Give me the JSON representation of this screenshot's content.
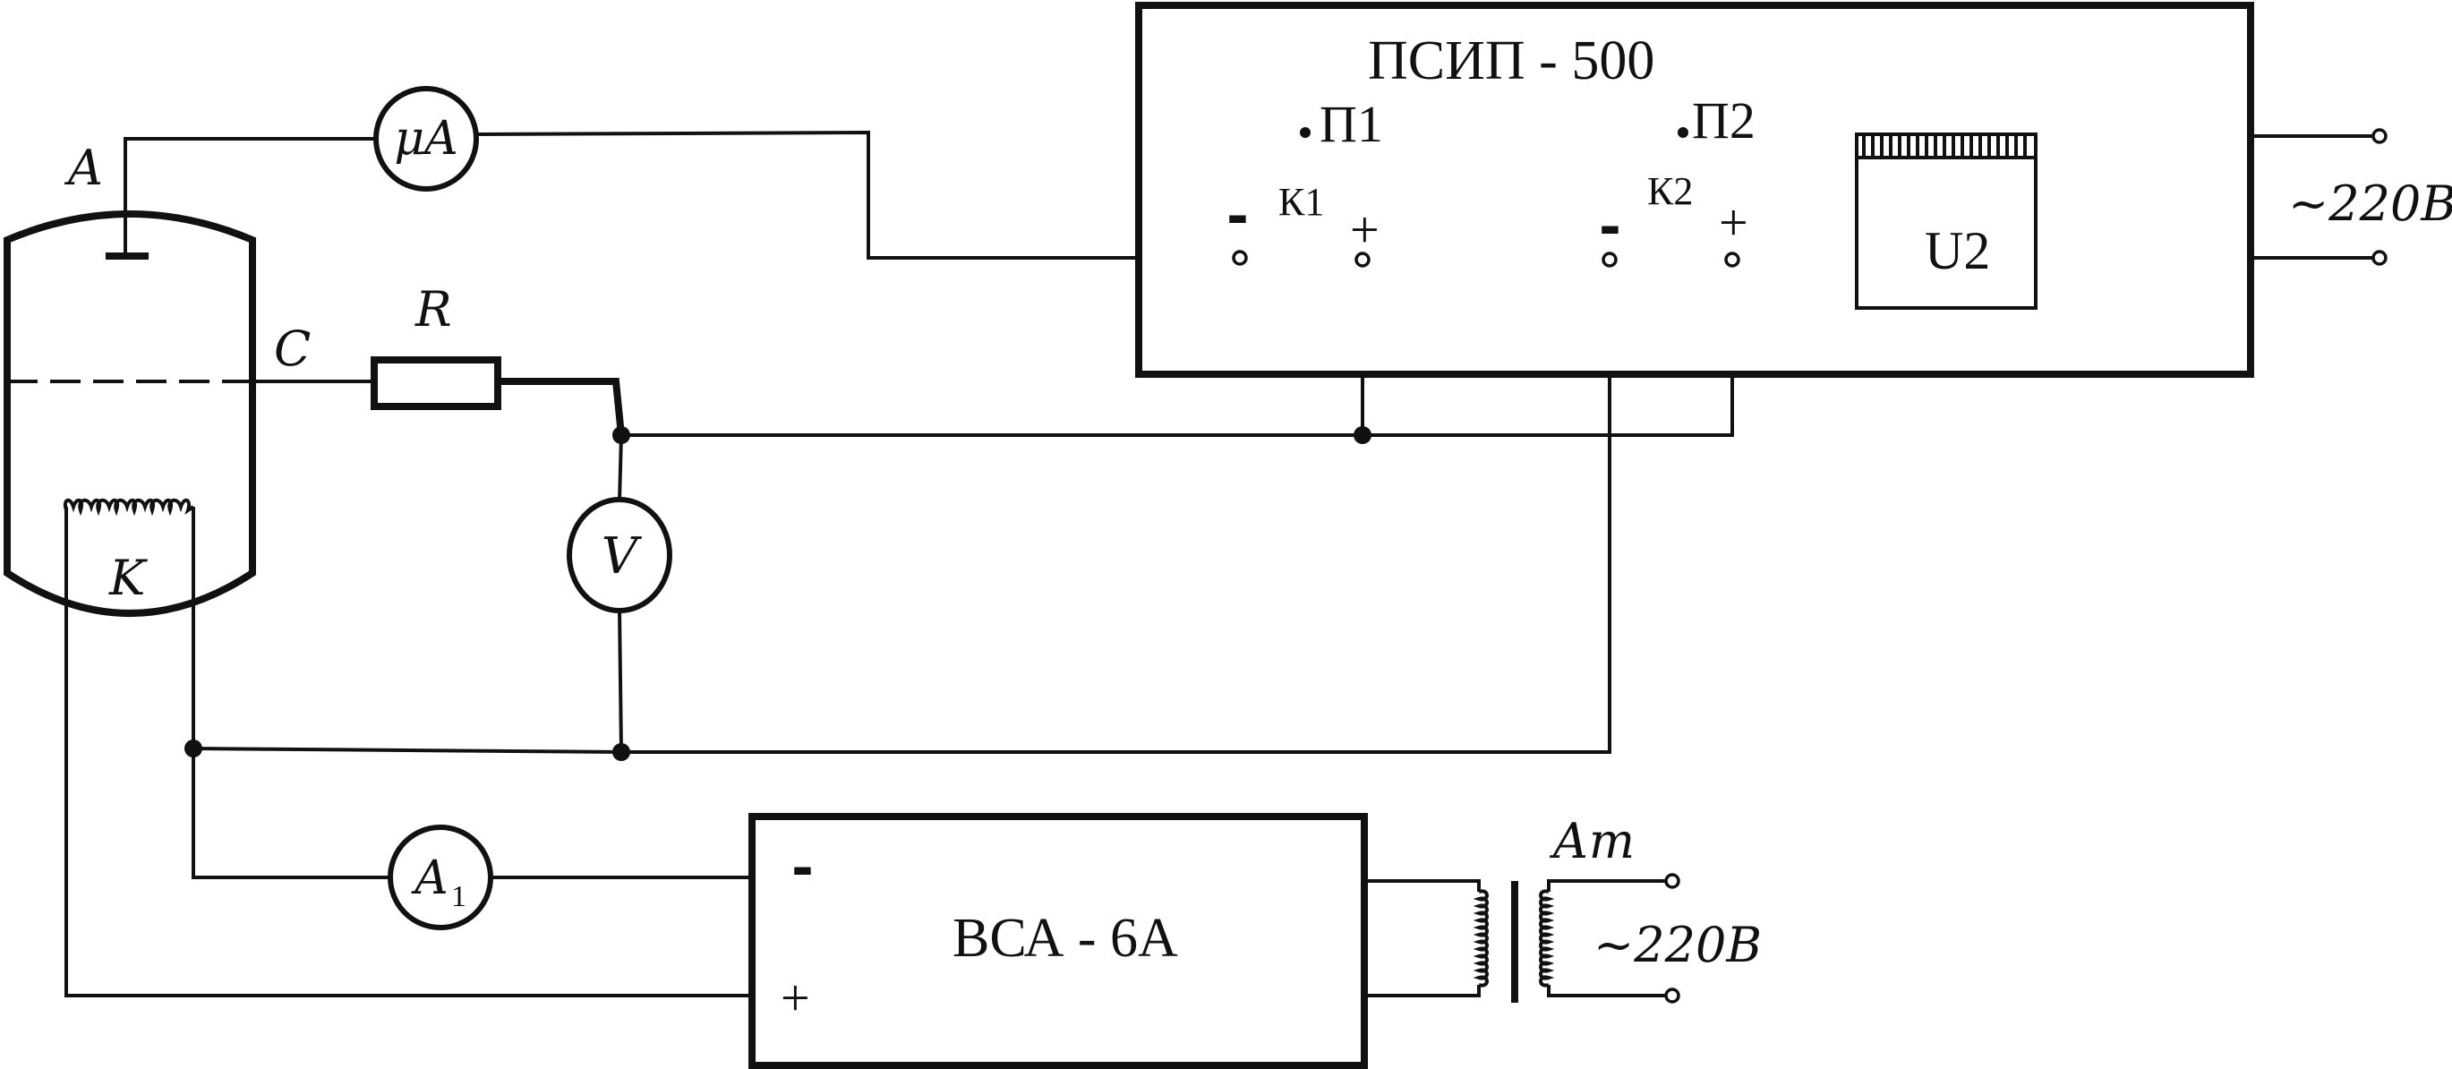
{
  "tube": {
    "anode_label": "A",
    "grid_label": "C",
    "cathode_label": "K"
  },
  "resistor": {
    "label": "R"
  },
  "microammeter": {
    "label": "μA"
  },
  "voltmeter": {
    "label": "V"
  },
  "ammeter": {
    "label": "A",
    "subscript": "1"
  },
  "psip": {
    "title": "ПСИП - 500",
    "switch1_label": "П1",
    "switch2_label": "П2",
    "terminal_group1_label": "К1",
    "terminal_group2_label": "К2",
    "minus_sign": "-",
    "plus_sign": "+",
    "display_label": "U2",
    "mains_label": "~220В"
  },
  "vsa": {
    "title": "ВСА - 6А",
    "minus_sign": "-",
    "plus_sign": "+"
  },
  "autotransformer": {
    "label": "Ат",
    "mains_label": "~220В"
  }
}
